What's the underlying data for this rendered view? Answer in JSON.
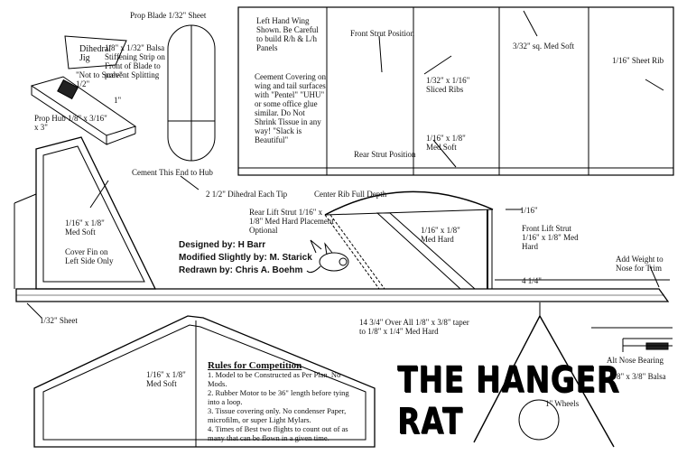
{
  "title": "THE HANGER RAT",
  "credits": {
    "designed": "Designed by: H Barr",
    "modified": "Modified Slightly by: M. Starick",
    "redrawn": "Redrawn by: Chris A. Boehm"
  },
  "labels": {
    "prop_blade": "Prop Blade 1/32\" Sheet",
    "dihedral_jig": "Dihedral Jig",
    "not_to_scale": "\"Not to Scale\"",
    "half_inch": "1/2\"",
    "one_inch": "1\"",
    "stiffening": "1/8\" x 1/32\" Balsa Stiffening Strip on Front of Blade to prevent Splitting",
    "prop_hub": "Prop Hub 1/8\" x 3/16\" x 3\"",
    "cement_hub": "Cement This End to Hub",
    "left_wing": "Left Hand Wing Shown. Be Careful to build R/h & L/h Panels",
    "cement_covering": "Ceement Covering on wing and tail surfaces with \"Pentel\" \"UHU\" or some office glue similar. Do Not Shrink Tissue in any way! \"Slack is Beautiful\"",
    "front_strut_pos": "Front Strut Position",
    "sliced_ribs": "1/32\" x 1/16\" Sliced Ribs",
    "sq_med_soft": "3/32\" sq. Med Soft",
    "sheet_rib": "1/16\" Sheet Rib",
    "med_soft_wing": "1/16\" x 1/8\" Med Soft",
    "rear_strut_pos": "Rear Strut Position",
    "dihedral_tip": "2 1/2\" Dihedral Each Tip",
    "center_rib": "Center Rib Full Depth",
    "rear_lift_strut": "Rear Lift Strut 1/16\" x 1/8\" Med Hard Placement Optional",
    "sixteenth": "1/16\"",
    "front_lift_strut": "Front Lift Strut 1/16\" x 1/8\" Med Hard",
    "med_hard_mid": "1/16\" x 1/8\" Med Hard",
    "fin_med_soft": "1/16\" x 1/8\" Med Soft",
    "cover_fin": "Cover Fin on Left Side Only",
    "add_weight": "Add Weight to Nose for Trim",
    "four_quarter": "4 1/4\"",
    "sheet_32": "1/32\" Sheet",
    "overall": "14 3/4\" Over All 1/8\" x 3/8\" taper to 1/8\" x 1/4\" Med Hard",
    "stab_med_soft": "1/16\" x 1/8\" Med Soft",
    "alt_nose": "Alt Nose Bearing",
    "balsa_38": "1/8\" x 3/8\" Balsa",
    "wheels": "1\" Wheels"
  },
  "rules": {
    "heading": "Rules for Competition",
    "items": [
      "1. Model to be Constructed as Per Plan. No Mods.",
      "2. Rubber Motor to be 36\" length before tying into a loop.",
      "3. Tissue covering only. No condenser Paper, microfilm, or super Light Mylars.",
      "4. Times of Best two flights to count out of as many that can be flown in a given time."
    ]
  }
}
